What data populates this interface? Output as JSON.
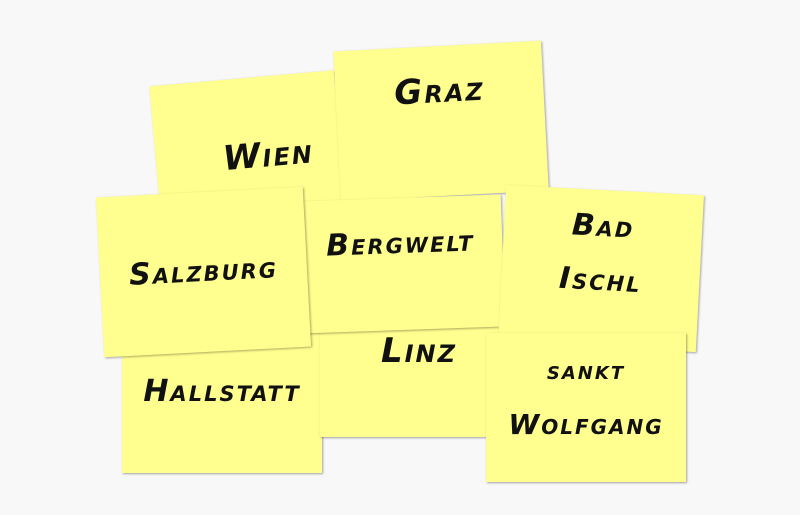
{
  "notes": [
    {
      "lines": [
        "Wien"
      ]
    },
    {
      "lines": [
        "Graz"
      ]
    },
    {
      "lines": [
        "Hallstatt"
      ]
    },
    {
      "lines": [
        "Linz"
      ]
    },
    {
      "lines": [
        "Bergwelt"
      ]
    },
    {
      "lines": [
        "Salzburg"
      ]
    },
    {
      "lines": [
        "Bad",
        "Ischl"
      ]
    },
    {
      "lines": [
        "sankt",
        "Wolfgang"
      ]
    }
  ],
  "colors": {
    "note": "#ffff8f",
    "background": "#f8f8f8"
  }
}
